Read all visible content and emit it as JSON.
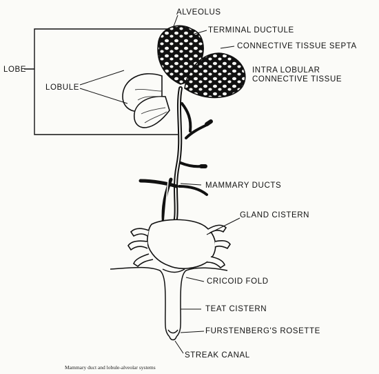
{
  "labels": {
    "alveolus": "ALVEOLUS",
    "terminal_ductule": "TERMINAL DUCTULE",
    "connective_tissue_septa": "CONNECTIVE TISSUE SEPTA",
    "lobe": "LOBE",
    "lobule": "LOBULE",
    "intra_lobular_1": "INTRA LOBULAR",
    "intra_lobular_2": "CONNECTIVE TISSUE",
    "mammary_ducts": "MAMMARY DUCTS",
    "gland_cistern": "GLAND CISTERN",
    "cricoid_fold": "CRICOID FOLD",
    "teat_cistern": "TEAT CISTERN",
    "furstenbergs_rosette": "FURSTENBERG'S ROSETTE",
    "streak_canal": "STREAK CANAL"
  },
  "caption": "Mammary duct and lobule-alveolar systems"
}
